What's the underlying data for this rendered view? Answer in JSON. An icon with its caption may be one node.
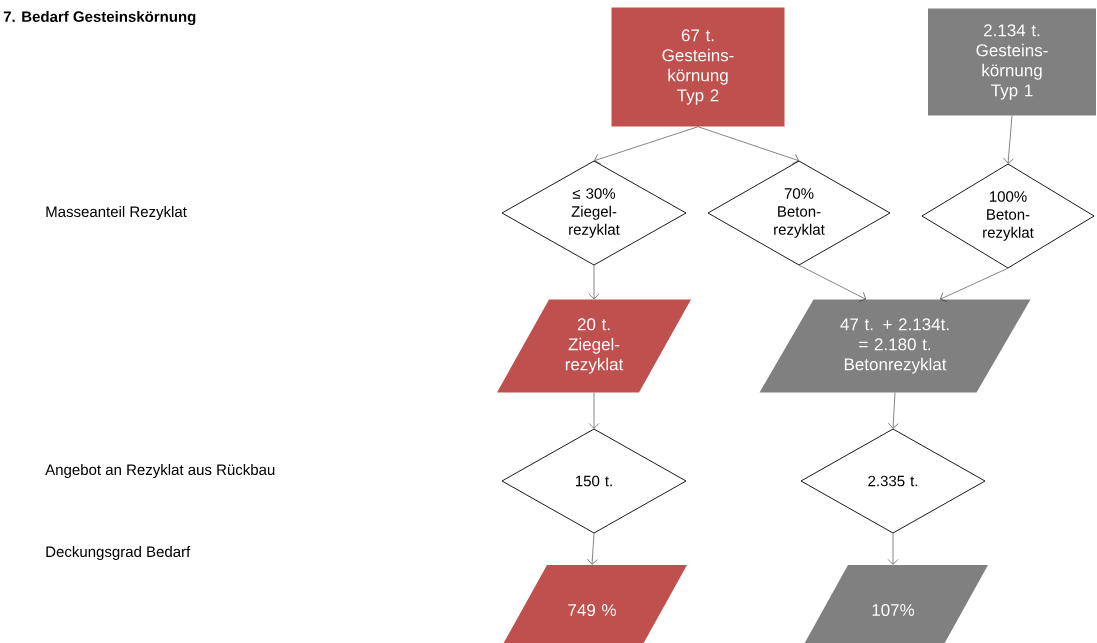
{
  "diagram": {
    "title": "7. Bedarf Gesteinskörnung",
    "nodes": [
      {
        "text": [
          "67 t. Gesteins- körnung Typ 2"
        ]
      },
      {
        "text": [
          "2.134 t. Gesteins- körnung Typ 1"
        ]
      },
      {
        "text": [
          "≤ 30% Ziegel- rezyklat"
        ]
      },
      {
        "text": [
          "70% Beton- rezyklat"
        ]
      },
      {
        "text": [
          "100% Beton- rezyklat"
        ]
      },
      {
        "text": [
          "20 t. Ziegel- rezyklat"
        ]
      },
      {
        "text": [
          "47 t. + 2.134t. = 2.180 t. Betonrezyklat"
        ]
      },
      {
        "text": [
          "150 t."
        ]
      },
      {
        "text": [
          "2.335 t."
        ]
      },
      {
        "text": [
          "749 %"
        ]
      },
      {
        "text": [
          "107%"
        ]
      }
    ],
    "edges": [
      {
        "from": 0,
        "to": 2,
        "arrow": "to"
      },
      {
        "from": 0,
        "to": 3,
        "arrow": "to"
      },
      {
        "from": 1,
        "to": 4,
        "arrow": "to"
      },
      {
        "from": 2,
        "to": 5,
        "arrow": "to"
      },
      {
        "from": 3,
        "to": 6,
        "arrow": "to"
      },
      {
        "from": 4,
        "to": 6,
        "arrow": "to"
      },
      {
        "from": 5,
        "to": 7,
        "arrow": "to"
      },
      {
        "from": 6,
        "to": 8,
        "arrow": "to"
      },
      {
        "from": 7,
        "to": 9,
        "arrow": "to"
      },
      {
        "from": 8,
        "to": 10,
        "arrow": "to"
      }
    ],
    "labels": [
      "Masseanteil Rezyklat",
      "Angebot an Rezyklat aus Rückbau",
      "Deckungsgrad Bedarf"
    ]
  }
}
